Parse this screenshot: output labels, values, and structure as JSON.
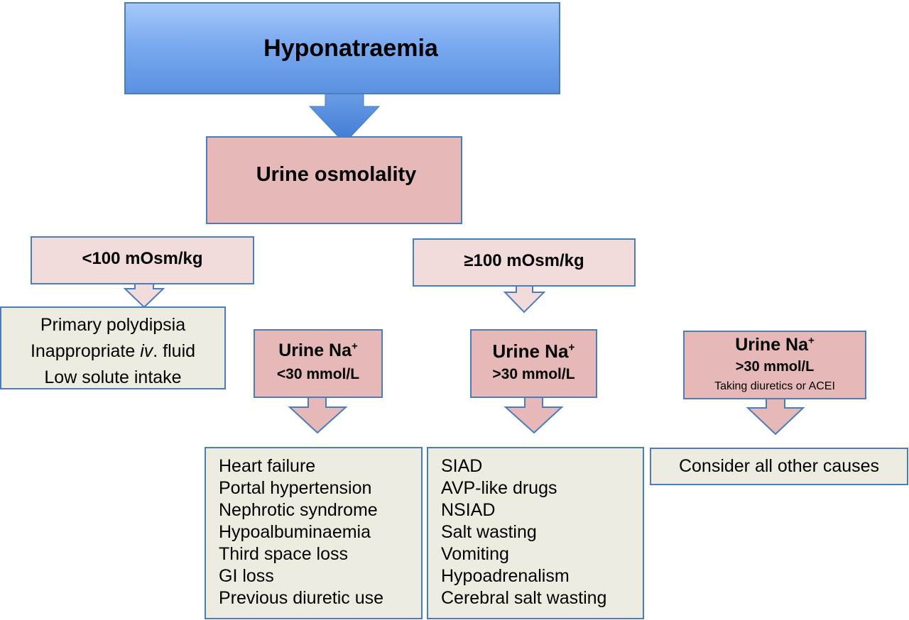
{
  "title": "Hyponatraemia",
  "urine_osmolality": "Urine osmolality",
  "branches": {
    "low": "<100 mOsm/kg",
    "high": "≥100 mOsm/kg"
  },
  "low_causes": [
    "Primary polydipsia",
    "Inappropriate ",
    "iv",
    ". fluid",
    "Low solute intake"
  ],
  "urine_na": [
    {
      "label": "Urine Na",
      "sup": "+",
      "threshold": "<30 mmol/L",
      "note": ""
    },
    {
      "label": "Urine Na",
      "sup": "+",
      "threshold": ">30 mmol/L",
      "note": ""
    },
    {
      "label": "Urine Na",
      "sup": "+",
      "threshold": ">30 mmol/L",
      "note": "Taking diuretics or ACEI"
    }
  ],
  "causes_low_na": [
    "Heart failure",
    "Portal hypertension",
    "Nephrotic syndrome",
    "Hypoalbuminaemia",
    "Third space loss",
    "GI loss",
    "Previous diuretic use"
  ],
  "causes_high_na": [
    "SIAD",
    "AVP-like drugs",
    "NSIAD",
    "Salt wasting",
    "Vomiting",
    "Hypoadrenalism",
    "Cerebral salt wasting"
  ],
  "other_causes": "Consider all other causes",
  "colors": {
    "title_fill": "#7aaaf0",
    "arrow_blue": "#4a86d8",
    "pink_fill": "#e6b8b7",
    "light_pink_fill": "#f2dcdb",
    "beige_fill": "#eeece1",
    "border": "#4a7ebb"
  }
}
